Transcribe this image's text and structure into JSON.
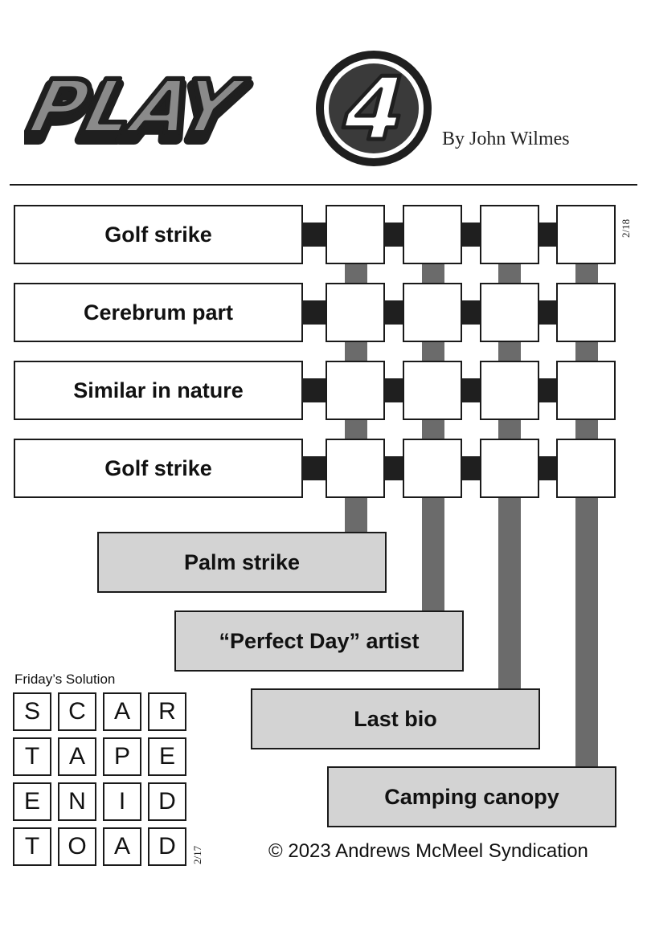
{
  "header": {
    "logo_word": "PLAY",
    "logo_number": "4",
    "byline": "By John Wilmes"
  },
  "puzzle": {
    "date": "2/18",
    "across_clues": [
      "Golf strike",
      "Cerebrum part",
      "Similar in nature",
      "Golf strike"
    ],
    "down_clues": [
      "Palm strike",
      "“Perfect Day” artist",
      "Last bio",
      "Camping canopy"
    ]
  },
  "solution": {
    "label": "Friday’s Solution",
    "date": "2/17",
    "rows": [
      [
        "S",
        "C",
        "A",
        "R"
      ],
      [
        "T",
        "A",
        "P",
        "E"
      ],
      [
        "E",
        "N",
        "I",
        "D"
      ],
      [
        "T",
        "O",
        "A",
        "D"
      ]
    ]
  },
  "footer": {
    "copyright": "© 2023 Andrews McMeel Syndication"
  },
  "colors": {
    "across_box": "#ffffff",
    "down_box": "#d3d3d3",
    "vertical_bar": "#6b6b6b",
    "connector": "#1f1f1f"
  }
}
